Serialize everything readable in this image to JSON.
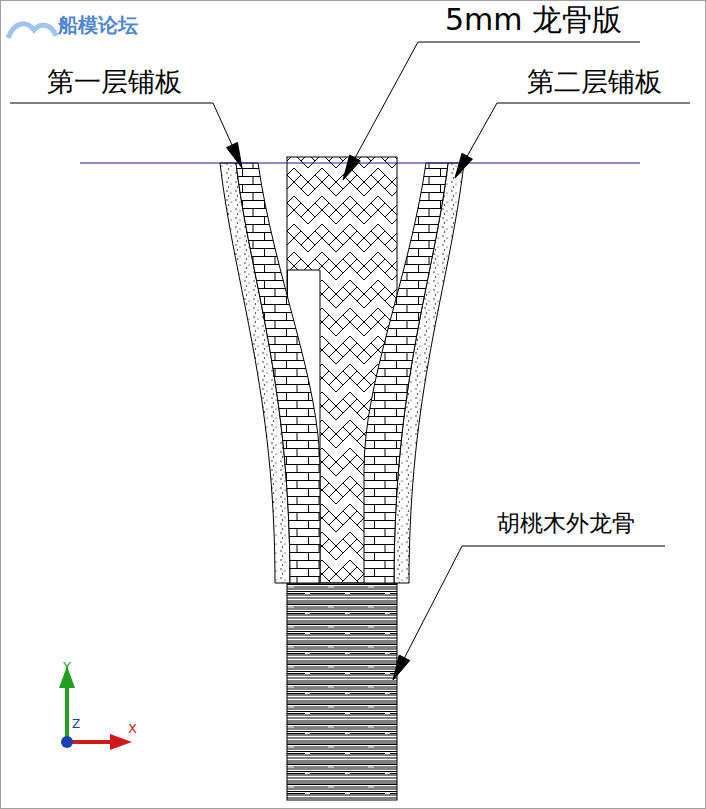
{
  "diagram": {
    "labels": [
      "船模论坛",
      "5mm 龙骨版",
      "第一层铺板",
      "第二层铺板",
      "胡桃木外龙骨",
      "Y",
      "X",
      "Z"
    ]
  }
}
